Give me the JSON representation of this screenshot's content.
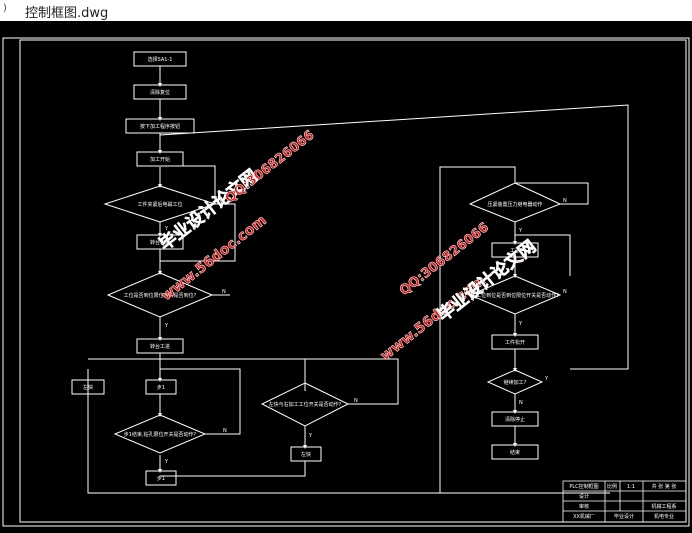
{
  "window": {
    "title": "控制框图.dwg",
    "marker": ")"
  },
  "flowchart": {
    "nodes": {
      "start_sel": "选择SA1-1",
      "reset": "清除复位",
      "press_start": "按下加工程序按钮",
      "process_start": "加工开始",
      "decision_pos_left": "工件夹紧后电磁工位",
      "decision_sensor_left": "工位是否到位限位开关是否到位?",
      "next_step": "转台工进",
      "fast_left": "左快",
      "step1": "步1",
      "decision_tool_left": "步1结束,钻孔限位开关是否动作?",
      "step1_end": "步1",
      "decision_right_check": "左快与右加工工位开关是否动作?",
      "right_fast": "左快",
      "decision_power_right": "压紧装置压力继电器动作",
      "right_box": "工进",
      "decision_limit_right": "左工位到位是否到位限位开关是否动作?",
      "workpiece_release": "工件松开",
      "decision_continue": "继续加工?",
      "reset_stop": "清除停止",
      "end": "结束"
    },
    "labels": {
      "y": "Y",
      "n": "N"
    }
  },
  "titleblock": {
    "name": "PLC控制框图",
    "design": "设计",
    "check": "审核",
    "school": "毕业设计",
    "company": "XX机械厂",
    "scale_label": "比例",
    "scale": "1:1",
    "sheet": "共 张 第 张",
    "uni": "机械工程系",
    "batch": "机电专业"
  },
  "watermark": {
    "site_name": "毕业设计论文网",
    "url": "www.56doc.com",
    "qq": "QQ:306826066"
  }
}
